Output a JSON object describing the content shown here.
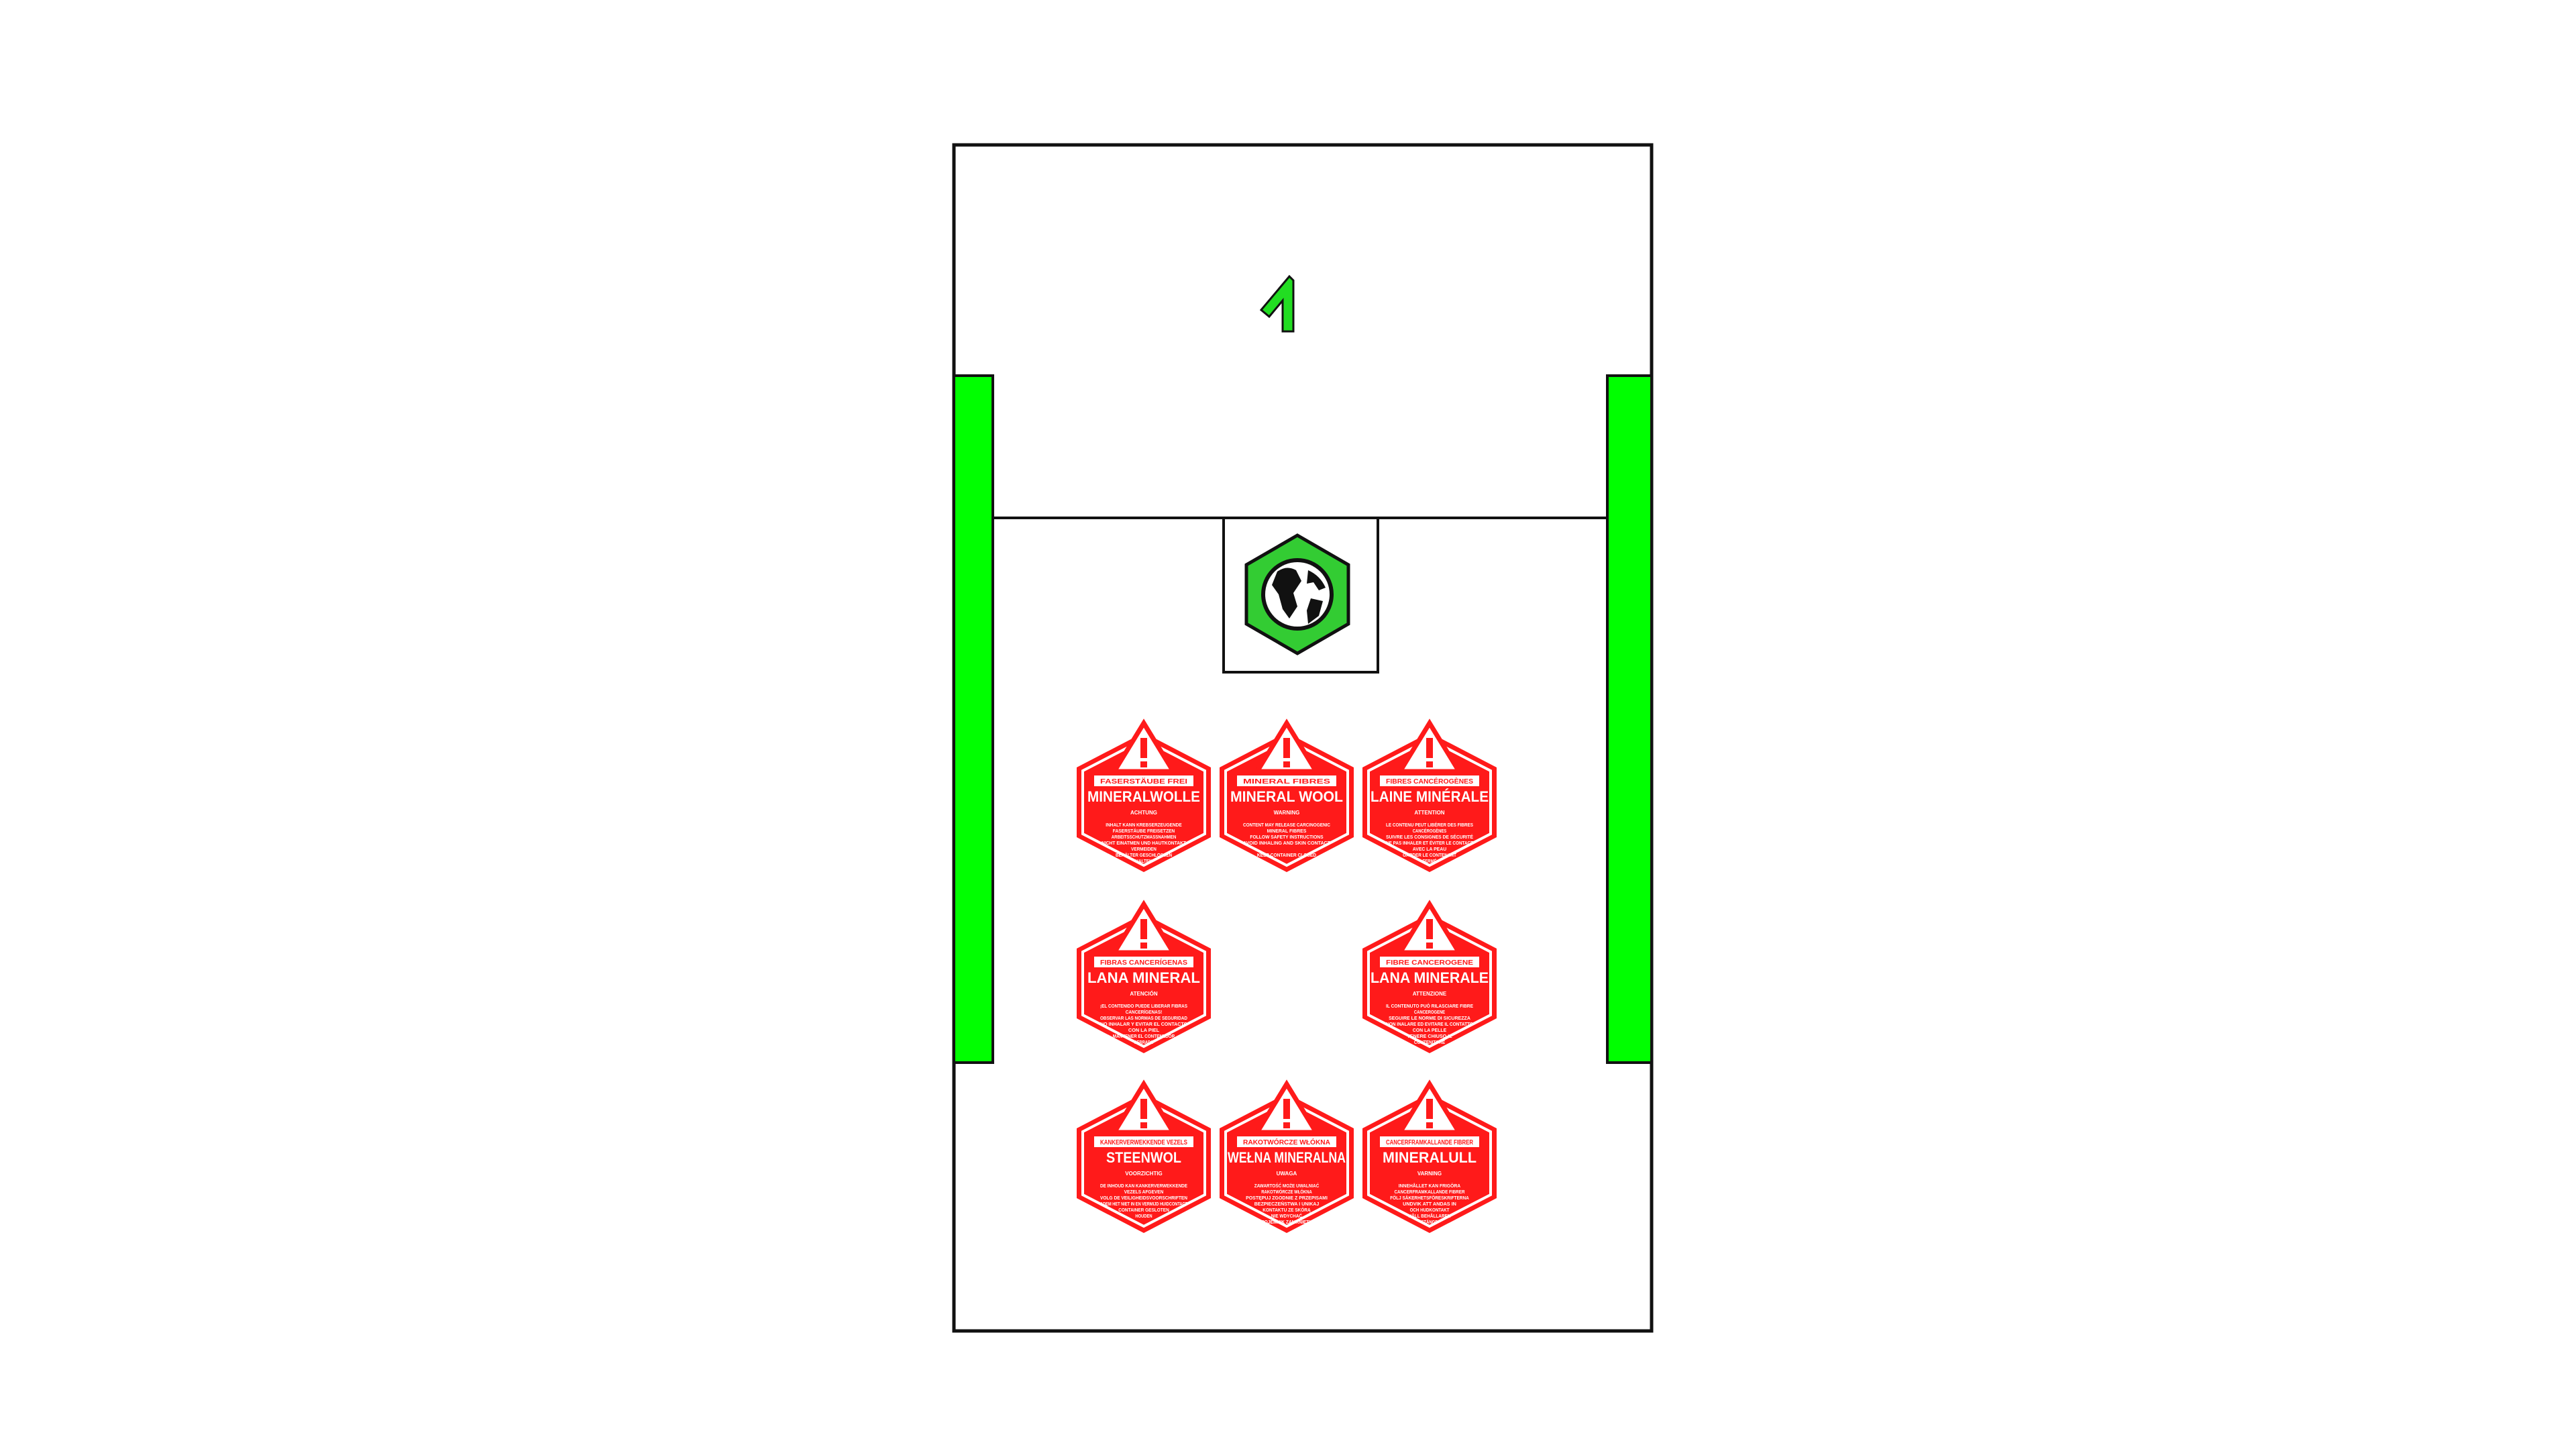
{
  "colors": {
    "bin_fill": "#ffffff",
    "bin_stroke": "#111111",
    "handle_green": "#00ff00",
    "label_red": "#ff1a1a",
    "badge_green": "#33cc33",
    "arrow_green": "#22dd22"
  },
  "icons": {
    "lid_arrow": "up-arrow-icon",
    "badge": "globe-hexagon-icon",
    "label_warning": "warning-triangle-icon"
  },
  "labels": [
    {
      "band": "FASERSTÄUBE FREI",
      "title": "MINERALWOLLE",
      "warning": "ACHTUNG",
      "body": [
        "INHALT KANN KREBSERZEUGENDE",
        "FASERSTÄUBE FREISETZEN",
        "ARBEITSSCHUTZMASSNAHMEN",
        "NICHT EINATMEN UND HAUTKONTAKT",
        "VERMEIDEN",
        "BEHÄLTER GESCHLOSSEN",
        "HALTEN"
      ]
    },
    {
      "band": "MINERAL FIBRES",
      "title": "MINERAL WOOL",
      "warning": "WARNING",
      "body": [
        "CONTENT MAY RELEASE CARCINOGENIC",
        "MINERAL FIBRES",
        "FOLLOW SAFETY INSTRUCTIONS",
        "AVOID INHALING AND SKIN CONTACT",
        "",
        "KEEP CONTAINER CLOSED"
      ]
    },
    {
      "band": "FIBRES CANCÉROGÈNES",
      "title": "LAINE MINÉRALE",
      "warning": "ATTENTION",
      "body": [
        "LE CONTENU PEUT LIBÉRER DES FIBRES",
        "CANCÉROGÈNES",
        "SUIVRE LES CONSIGNES DE SÉCURITÉ",
        "NE PAS INHALER ET ÉVITER LE CONTACT",
        "AVEC LA PEAU",
        "GARDER LE CONTENANT",
        "FERMÉ"
      ]
    },
    {
      "band": "FIBRAS CANCERÍGENAS",
      "title": "LANA MINERAL",
      "warning": "ATENCIÓN",
      "body": [
        "¡EL CONTENIDO PUEDE LIBERAR FIBRAS",
        "CANCERÍGENAS!",
        "OBSERVAR LAS NORMAS DE SEGURIDAD",
        "NO INHALAR Y EVITAR EL CONTACTO",
        "CON LA PIEL",
        "MANTENER EL CONTENEDOR",
        "CERRADO"
      ]
    },
    {
      "band": "FIBRE CANCEROGENE",
      "title": "LANA MINERALE",
      "warning": "ATTENZIONE",
      "body": [
        "IL CONTENUTO PUÒ RILASCIARE FIBRE",
        "CANCEROGENE",
        "SEGUIRE LE NORME DI SICUREZZA",
        "NON INALARE ED EVITARE IL CONTATTO",
        "CON LA PELLE",
        "TENERE CHIUSO IL",
        "CONTENITORE"
      ]
    },
    {
      "band": "KANKERVERWEKKENDE VEZELS",
      "title": "STEENWOL",
      "warning": "VOORZICHTIG",
      "body": [
        "DE INHOUD KAN KANKERVERWEKKENDE",
        "VEZELS AFGEVEN",
        "VOLG DE VEILIGHEIDSVOORSCHRIFTEN",
        "ADEM HET NIET IN EN VERMIJD HUIDCONTACT",
        "CONTAINER GESLOTEN",
        "HOUDEN"
      ]
    },
    {
      "band": "RAKOTWÓRCZE WŁÓKNA",
      "title": "WEŁNA MINERALNA",
      "warning": "UWAGA",
      "body": [
        "ZAWARTOŚĆ MOŻE UWALNIAĆ",
        "RAKOTWÓRCZE WŁÓKNA",
        "POSTĘPUJ ZGODNIE Z PRZEPISAMI",
        "BEZPIECZEŃSTWA I UNIKAJ",
        "KONTAKTU ZE SKÓRĄ",
        "NIE WDYCHAĆ",
        "POJEMNIK ZAMKNIĘTY"
      ]
    },
    {
      "band": "CANCERFRAMKALLANDE FIBRER",
      "title": "MINERALULL",
      "warning": "VARNING",
      "body": [
        "INNEHÅLLET KAN FRIGÖRA",
        "CANCERFRAMKALLANDE FIBRER",
        "FÖLJ SÄKERHETSFÖRESKRIFTERNA",
        "UNDVIK ATT ANDAS IN",
        "OCH HUDKONTAKT",
        "HÅLL BEHÅLLAREN",
        "STÄNGD"
      ]
    }
  ]
}
